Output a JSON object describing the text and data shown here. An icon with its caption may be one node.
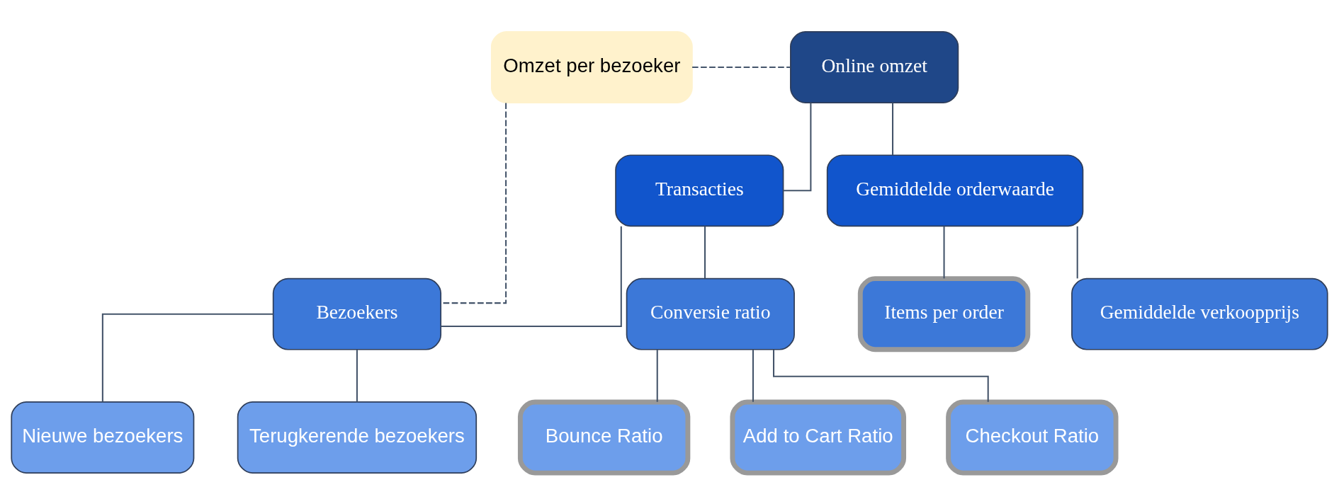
{
  "diagram": {
    "nodes": [
      {
        "text": [
          "Omzet per bezoeker"
        ]
      },
      {
        "text": [
          "Online omzet"
        ]
      },
      {
        "text": [
          "Transacties"
        ]
      },
      {
        "text": [
          "Gemiddelde orderwaarde"
        ]
      },
      {
        "text": [
          "Bezoekers"
        ]
      },
      {
        "text": [
          "Conversie ratio"
        ]
      },
      {
        "text": [
          "Items per order"
        ]
      },
      {
        "text": [
          "Gemiddelde verkoopprijs"
        ]
      },
      {
        "text": [
          "Nieuwe bezoekers"
        ]
      },
      {
        "text": [
          "Terugkerende bezoekers"
        ]
      },
      {
        "text": [
          "Bounce Ratio"
        ]
      },
      {
        "text": [
          "Add to Cart Ratio"
        ]
      },
      {
        "text": [
          "Checkout Ratio"
        ]
      }
    ],
    "edges": [
      {
        "from": 0,
        "to": 1,
        "arrow": "none",
        "style": "dashed"
      },
      {
        "from": 0,
        "to": 4,
        "arrow": "none",
        "style": "dashed"
      },
      {
        "from": 1,
        "to": 2,
        "arrow": "none"
      },
      {
        "from": 1,
        "to": 3,
        "arrow": "none"
      },
      {
        "from": 2,
        "to": 4,
        "arrow": "none"
      },
      {
        "from": 2,
        "to": 5,
        "arrow": "none"
      },
      {
        "from": 3,
        "to": 6,
        "arrow": "none"
      },
      {
        "from": 3,
        "to": 7,
        "arrow": "none"
      },
      {
        "from": 4,
        "to": 8,
        "arrow": "none"
      },
      {
        "from": 4,
        "to": 9,
        "arrow": "none"
      },
      {
        "from": 5,
        "to": 10,
        "arrow": "none"
      },
      {
        "from": 5,
        "to": 11,
        "arrow": "none"
      },
      {
        "from": 5,
        "to": 12,
        "arrow": "none"
      }
    ]
  }
}
